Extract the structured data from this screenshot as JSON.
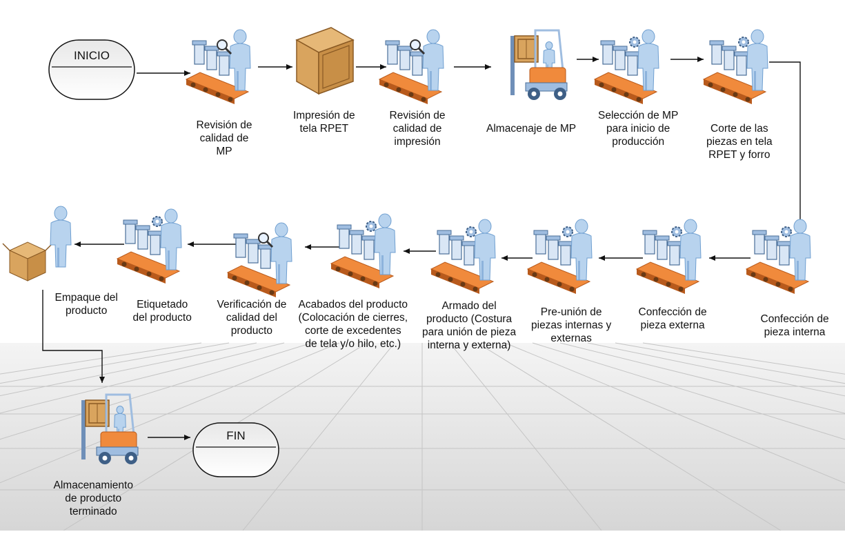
{
  "start": {
    "label": "INICIO"
  },
  "end": {
    "label": "FIN"
  },
  "steps": [
    {
      "label": "Revisión de\ncalidad de\nMP",
      "icon": "inspection-worker-icon"
    },
    {
      "label": "Impresión de\ntela RPET",
      "icon": "crate-icon"
    },
    {
      "label": "Revisión de\ncalidad de\nimpresión",
      "icon": "inspection-worker-icon"
    },
    {
      "label": "Almacenaje de MP",
      "icon": "forklift-icon"
    },
    {
      "label": "Selección de MP\npara inicio de\nproducción",
      "icon": "machine-worker-icon"
    },
    {
      "label": "Corte de las\npiezas en tela\nRPET y forro",
      "icon": "machine-worker-icon"
    },
    {
      "label": "Confección de\npieza interna",
      "icon": "machine-worker-icon"
    },
    {
      "label": "Confección de\npieza externa",
      "icon": "machine-worker-icon"
    },
    {
      "label": "Pre-unión de\npiezas internas y\nexternas",
      "icon": "machine-worker-icon"
    },
    {
      "label": "Armado del\nproducto (Costura\npara unión de pieza\ninterna y externa)",
      "icon": "machine-worker-icon"
    },
    {
      "label": "Acabados del producto\n(Colocación de cierres,\ncorte de excedentes\nde tela y/o hilo, etc.)",
      "icon": "machine-worker-icon"
    },
    {
      "label": "Verificación de\ncalidad del\nproducto",
      "icon": "inspection-worker-icon"
    },
    {
      "label": "Etiquetado\ndel producto",
      "icon": "machine-worker-icon"
    },
    {
      "label": "Empaque del\nproducto",
      "icon": "packing-worker-icon"
    },
    {
      "label": "Almacenamiento\nde producto\nterminado",
      "icon": "forklift-icon"
    }
  ],
  "colors": {
    "person": "#b8d3ee",
    "person_shade": "#6f9fd0",
    "belt": "#f08a3c",
    "belt_dark": "#b85a1c",
    "machine": "#d9e6f5",
    "crate": "#d9a45e",
    "crate_dark": "#8a5a24",
    "line": "#111111"
  }
}
